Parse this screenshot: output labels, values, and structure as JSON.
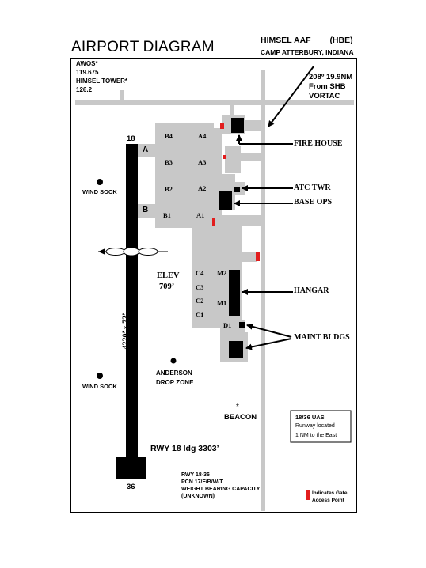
{
  "title": "AIRPORT DIAGRAM",
  "airport": {
    "name": "HIMSEL AAF",
    "id": "(HBE)",
    "location": "CAMP ATTERBURY, INDIANA"
  },
  "frequencies": {
    "awos_label": "AWOS*",
    "awos_freq": "119.675",
    "tower_label": "HIMSEL TOWER*",
    "tower_freq": "126.2"
  },
  "vortac": {
    "line1": "208º 19.9NM",
    "line2": "From SHB",
    "line3": "VORTAC"
  },
  "runway": {
    "north_end": "18",
    "south_end": "36",
    "dimensions": "4220’ x 72’",
    "landing": "RWY 18 ldg 3303’"
  },
  "taxiways": [
    "A",
    "B"
  ],
  "nodes": {
    "b4": "B4",
    "b3": "B3",
    "b2": "B2",
    "b1": "B1",
    "a4": "A4",
    "a3": "A3",
    "a2": "A2",
    "a1": "A1",
    "c4": "C4",
    "c3": "C3",
    "c2": "C2",
    "c1": "C1",
    "m2": "M2",
    "m1": "M1",
    "d1": "D1"
  },
  "labels": {
    "fire_house": "FIRE HOUSE",
    "atc_twr": "ATC TWR",
    "base_ops": "BASE OPS",
    "hangar": "HANGAR",
    "maint_bldgs": "MAINT BLDGS",
    "elev_line1": "ELEV",
    "elev_line2": "709’",
    "wind_sock_1": "WIND SOCK",
    "wind_sock_2": "WIND SOCK",
    "drop_zone_1": "ANDERSON",
    "drop_zone_2": "DROP ZONE",
    "beacon": "BEACON"
  },
  "uas_note": {
    "line1": "18/36 UAS",
    "line2": "Runway located",
    "line3": "1 NM to the East"
  },
  "rwy_info": {
    "line1": "RWY 18-36",
    "line2": "PCN 17/F/B/W/T",
    "line3": "WEIGHT BEARING CAPACITY",
    "line4": "(UNKNOWN)"
  },
  "legend": {
    "line1": "Indicates Gate",
    "line2": "Access Point",
    "color": "#e21d1d"
  },
  "colors": {
    "pavement": "#c8c8c8",
    "runway": "#000000",
    "building": "#000000",
    "gate": "#e21d1d"
  }
}
